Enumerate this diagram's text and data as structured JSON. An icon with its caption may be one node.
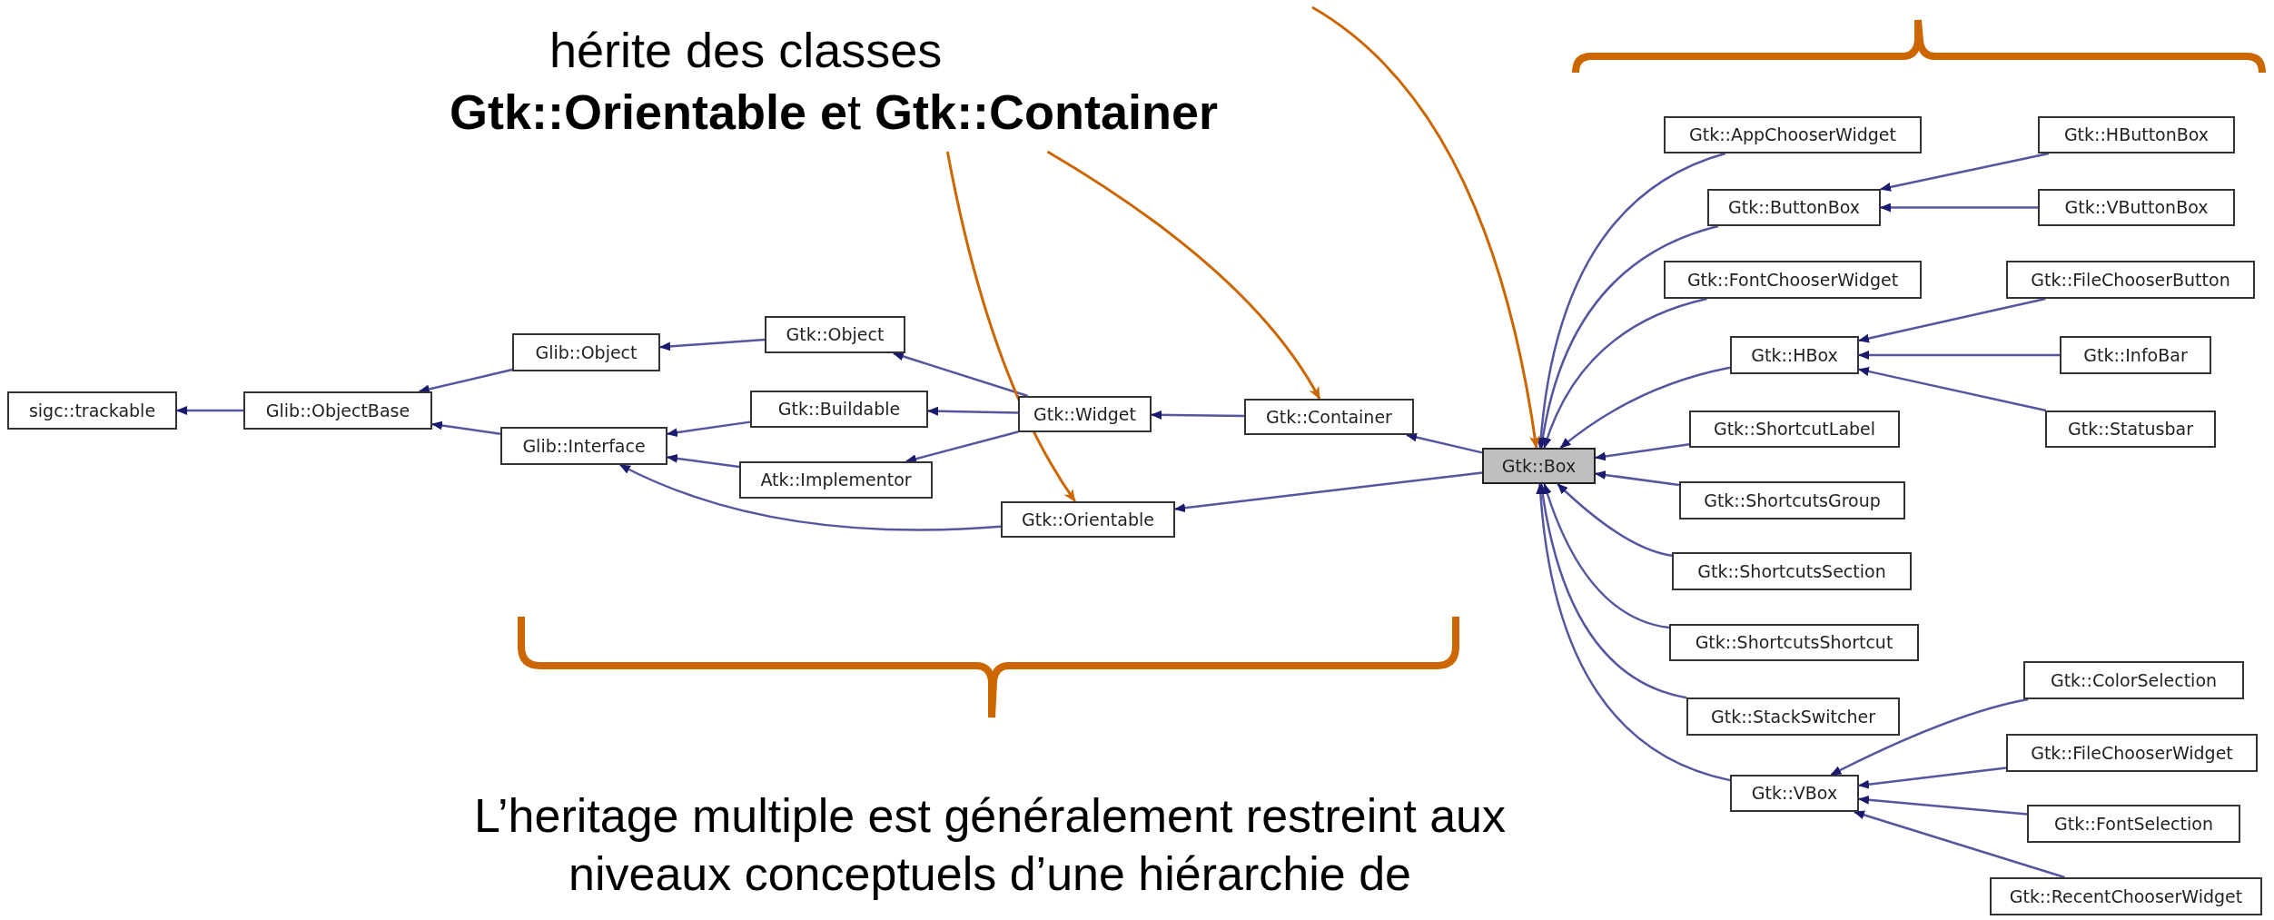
{
  "diagram": {
    "nodes": [
      {
        "text": [
          "hérite des classes",
          "**Gtk::Orientable e**t **Gtk::Container**"
        ]
      },
      {
        "text": [
          "sigc::trackable"
        ]
      },
      {
        "text": [
          "Glib::ObjectBase"
        ]
      },
      {
        "text": [
          "Glib::Object"
        ]
      },
      {
        "text": [
          "Glib::Interface"
        ]
      },
      {
        "text": [
          "Gtk::Object"
        ]
      },
      {
        "text": [
          "Gtk::Buildable"
        ]
      },
      {
        "text": [
          "Atk::Implementor"
        ]
      },
      {
        "text": [
          "Gtk::Widget"
        ]
      },
      {
        "text": [
          "Gtk::Orientable"
        ]
      },
      {
        "text": [
          "Gtk::Container"
        ]
      },
      {
        "text": [
          "Gtk::Box"
        ]
      },
      {
        "text": [
          "Gtk::AppChooserWidget"
        ]
      },
      {
        "text": [
          "Gtk::HButtonBox"
        ]
      },
      {
        "text": [
          "Gtk::ButtonBox"
        ]
      },
      {
        "text": [
          "Gtk::VButtonBox"
        ]
      },
      {
        "text": [
          "Gtk::FontChooserWidget"
        ]
      },
      {
        "text": [
          "Gtk::FileChooserButton"
        ]
      },
      {
        "text": [
          "Gtk::HBox"
        ]
      },
      {
        "text": [
          "Gtk::InfoBar"
        ]
      },
      {
        "text": [
          "Gtk::ShortcutLabel"
        ]
      },
      {
        "text": [
          "Gtk::Statusbar"
        ]
      },
      {
        "text": [
          "Gtk::ShortcutsGroup"
        ]
      },
      {
        "text": [
          "Gtk::ShortcutsSection"
        ]
      },
      {
        "text": [
          "Gtk::ShortcutsShortcut"
        ]
      },
      {
        "text": [
          "Gtk::ColorSelection"
        ]
      },
      {
        "text": [
          "Gtk::StackSwitcher"
        ]
      },
      {
        "text": [
          "Gtk::FileChooserWidget"
        ]
      },
      {
        "text": [
          "Gtk::VBox"
        ]
      },
      {
        "text": [
          "Gtk::FontSelection"
        ]
      },
      {
        "text": [
          "Gtk::RecentChooserWidget"
        ]
      }
    ],
    "edges": [
      {
        "from": 2,
        "to": 1,
        "arrow": "to"
      },
      {
        "from": 3,
        "to": 2,
        "arrow": "to"
      },
      {
        "from": 4,
        "to": 2,
        "arrow": "to"
      },
      {
        "from": 5,
        "to": 3,
        "arrow": "to"
      },
      {
        "from": 6,
        "to": 4,
        "arrow": "to"
      },
      {
        "from": 7,
        "to": 4,
        "arrow": "to"
      },
      {
        "from": 9,
        "to": 4,
        "arrow": "to"
      },
      {
        "from": 8,
        "to": 5,
        "arrow": "to"
      },
      {
        "from": 8,
        "to": 6,
        "arrow": "to"
      },
      {
        "from": 8,
        "to": 7,
        "arrow": "to"
      },
      {
        "from": 10,
        "to": 8,
        "arrow": "to"
      },
      {
        "from": 11,
        "to": 10,
        "arrow": "to"
      },
      {
        "from": 11,
        "to": 9,
        "arrow": "to"
      },
      {
        "from": 12,
        "to": 11,
        "arrow": "to"
      },
      {
        "from": 14,
        "to": 11,
        "arrow": "to"
      },
      {
        "from": 16,
        "to": 11,
        "arrow": "to"
      },
      {
        "from": 18,
        "to": 11,
        "arrow": "to"
      },
      {
        "from": 20,
        "to": 11,
        "arrow": "to"
      },
      {
        "from": 22,
        "to": 11,
        "arrow": "to"
      },
      {
        "from": 23,
        "to": 11,
        "arrow": "to"
      },
      {
        "from": 24,
        "to": 11,
        "arrow": "to"
      },
      {
        "from": 26,
        "to": 11,
        "arrow": "to"
      },
      {
        "from": 28,
        "to": 11,
        "arrow": "to"
      },
      {
        "from": 13,
        "to": 14,
        "arrow": "to"
      },
      {
        "from": 15,
        "to": 14,
        "arrow": "to"
      },
      {
        "from": 17,
        "to": 18,
        "arrow": "to"
      },
      {
        "from": 19,
        "to": 18,
        "arrow": "to"
      },
      {
        "from": 21,
        "to": 18,
        "arrow": "to"
      },
      {
        "from": 25,
        "to": 28,
        "arrow": "to"
      },
      {
        "from": 27,
        "to": 28,
        "arrow": "to"
      },
      {
        "from": 29,
        "to": 28,
        "arrow": "to"
      },
      {
        "from": 30,
        "to": 28,
        "arrow": "to"
      },
      {
        "from": 0,
        "to": 9,
        "arrow": "to",
        "color": "#cc6600"
      },
      {
        "from": 0,
        "to": 10,
        "arrow": "to",
        "color": "#cc6600"
      },
      {
        "from": null,
        "to": 11,
        "arrow": "to",
        "color": "#cc6600"
      }
    ],
    "labels": [
      "L’heritage multiple est généralement restreint aux niveaux conceptuels d’une hiérarchie de"
    ]
  }
}
